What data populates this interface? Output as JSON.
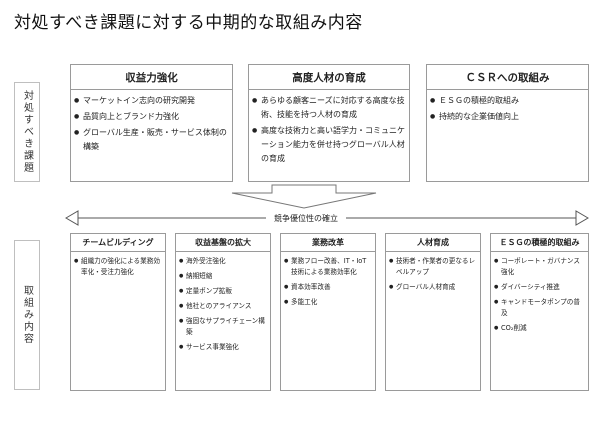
{
  "title": "対処すべき課題に対する中期的な取組み内容",
  "left_labels": {
    "top": "対処すべき課題",
    "bottom": "取組み内容"
  },
  "top_boxes": [
    {
      "title": "収益力強化",
      "items": [
        "マーケットイン志向の研究開発",
        "品質向上とブランド力強化",
        "グローバル生産・販売・サービス体制の構築"
      ]
    },
    {
      "title": "高度人材の育成",
      "items": [
        "あらゆる顧客ニーズに対応する高度な技術、技能を持つ人材の育成",
        "高度な技術力と高い語学力・コミュニケーション能力を併せ持つグローバル人材の育成"
      ]
    },
    {
      "title": "ＣＳＲへの取組み",
      "items": [
        "ＥＳＧの積極的取組み",
        "持続的な企業価値向上"
      ]
    }
  ],
  "arrow_label": "競争優位性の確立",
  "bottom_boxes": [
    {
      "title": "チームビルディング",
      "items": [
        "組織力の強化による業務効率化・受注力強化"
      ]
    },
    {
      "title": "収益基盤の拡大",
      "items": [
        "海外受注強化",
        "納期短縮",
        "定量ポンプ拡販",
        "他社とのアライアンス",
        "強固なサプライチェーン構築",
        "サービス事業強化"
      ]
    },
    {
      "title": "業務改革",
      "items": [
        "業務フロー改善、IT・IoT技術による業務効率化",
        "資本効率改善",
        "多能工化"
      ]
    },
    {
      "title": "人材育成",
      "items": [
        "技術者・作業者の更なるレベルアップ",
        "グローバル人材育成"
      ]
    },
    {
      "title": "ＥＳＧの積極的取組み",
      "items": [
        "コーポレート・ガバナンス強化",
        "ダイバーシティ推進",
        "キャンドモータポンプの普及",
        "CO₂削減"
      ]
    }
  ]
}
